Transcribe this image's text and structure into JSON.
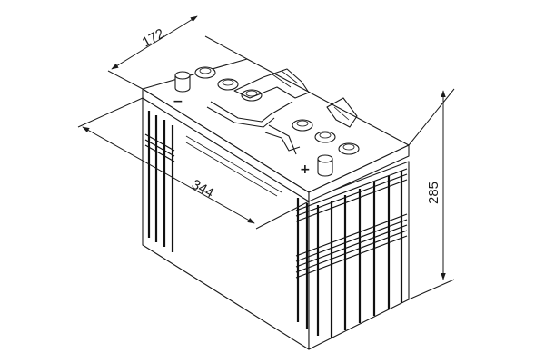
{
  "diagram": {
    "dimensions": {
      "width": "172",
      "length": "344",
      "height": "285"
    },
    "terminals": {
      "negative_symbol": "−",
      "positive_symbol": "+"
    }
  }
}
